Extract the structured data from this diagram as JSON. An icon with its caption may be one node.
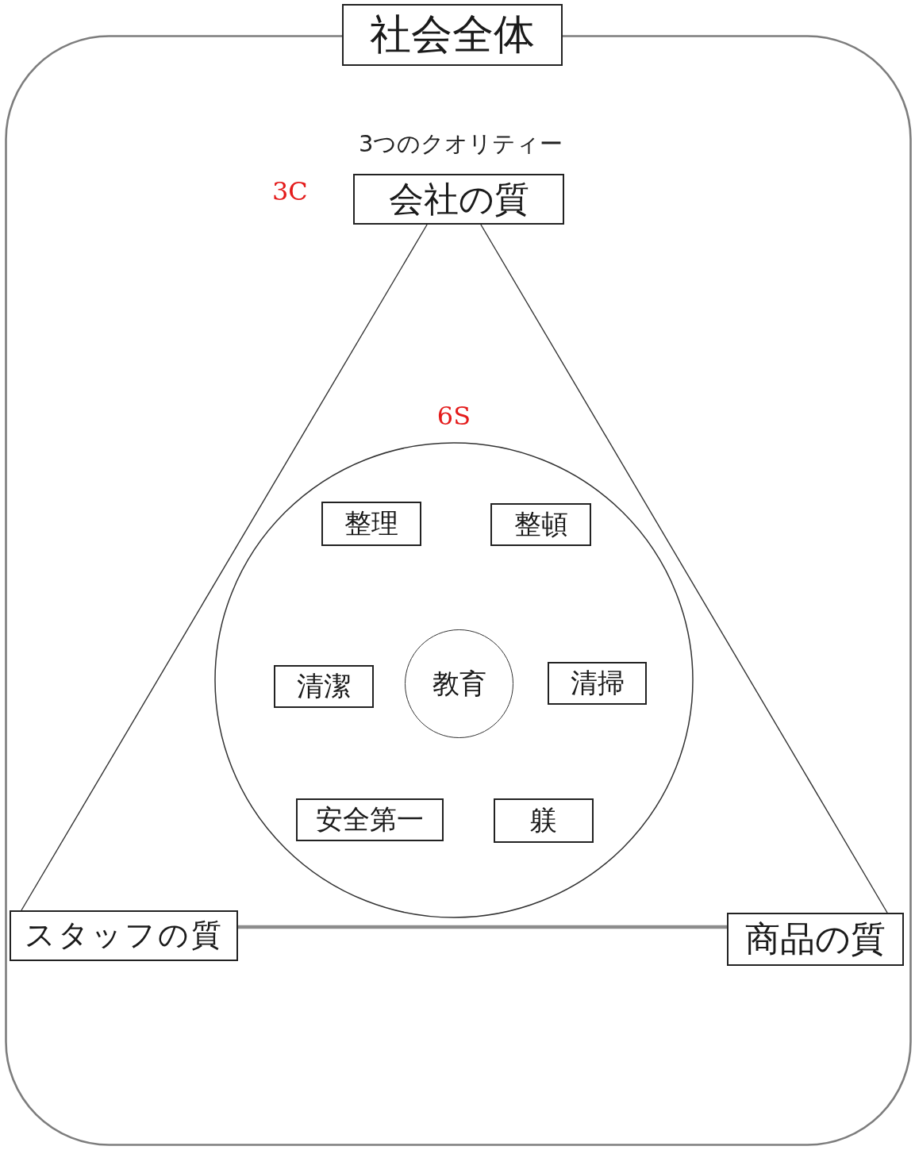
{
  "diagram": {
    "nodes": [
      {
        "text": [
          "社会全体"
        ]
      },
      {
        "text": [
          "会社の質"
        ],
        "in": 0
      },
      {
        "text": [
          "6S"
        ],
        "in": 0
      },
      {
        "text": [
          "整理"
        ],
        "in": 2
      },
      {
        "text": [
          "整頓"
        ],
        "in": 2
      },
      {
        "text": [
          "清潔"
        ],
        "in": 2
      },
      {
        "text": [
          "教育"
        ],
        "in": 2
      },
      {
        "text": [
          "清掃"
        ],
        "in": 2
      },
      {
        "text": [
          "安全第一"
        ],
        "in": 2
      },
      {
        "text": [
          "躾"
        ],
        "in": 2
      },
      {
        "text": [
          "スタッフの質"
        ],
        "in": 0
      },
      {
        "text": [
          "商品の質"
        ],
        "in": 0
      }
    ],
    "edges": [
      {
        "from": 1,
        "to": 10,
        "arrow": "none"
      },
      {
        "from": 1,
        "to": 11,
        "arrow": "none"
      },
      {
        "from": 10,
        "to": 11,
        "arrow": "none",
        "style": "thick",
        "color": "#8c8c8c"
      }
    ],
    "labels": [
      "3つのクオリティー",
      "3C"
    ]
  }
}
